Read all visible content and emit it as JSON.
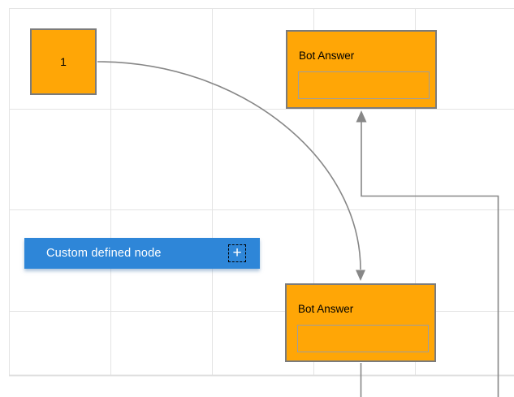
{
  "diagram": {
    "node_1": {
      "label": "1"
    },
    "bot_answer_top": {
      "title": "Bot Answer",
      "input_value": ""
    },
    "bot_answer_bottom": {
      "title": "Bot Answer",
      "input_value": ""
    },
    "custom_node": {
      "label": "Custom defined node",
      "add_icon_glyph": "+"
    }
  },
  "colors": {
    "node_fill": "#ffa606",
    "node_border": "#7b7b7b",
    "custom_node_fill": "#2e86d8",
    "custom_node_text": "#ffffff",
    "connector": "#878787",
    "grid_line": "#e4e4e4",
    "canvas_edge": "#e0e0e0"
  }
}
